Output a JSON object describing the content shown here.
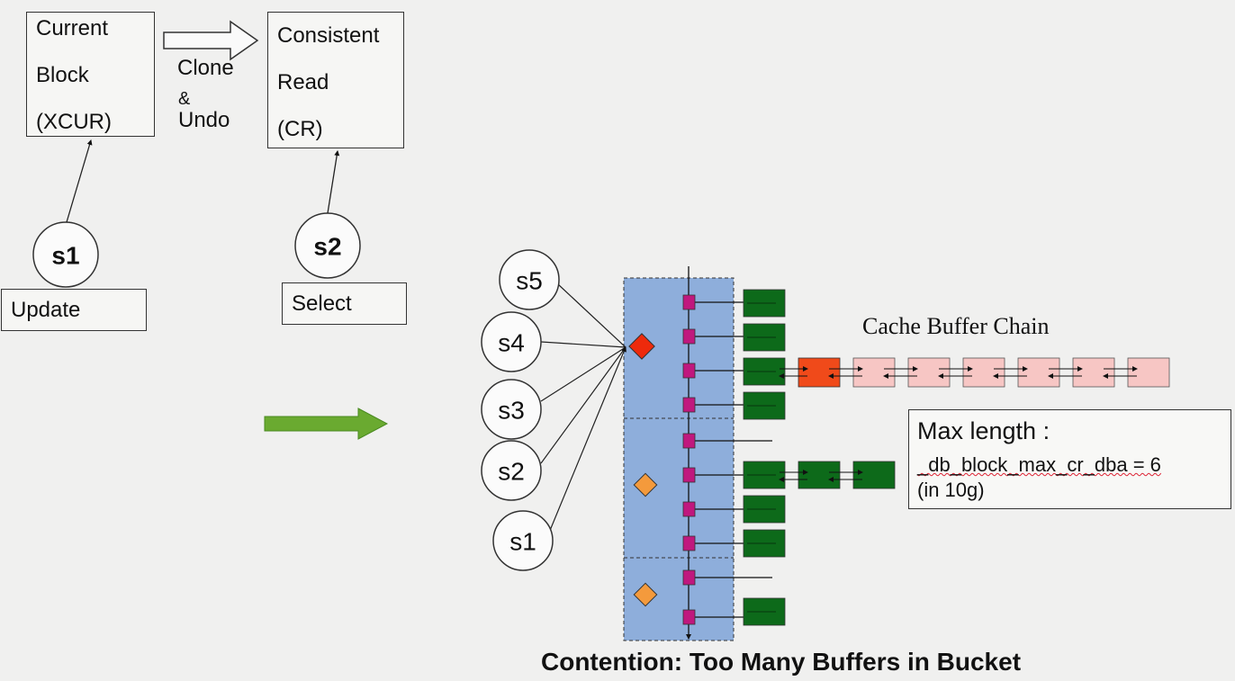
{
  "left_diagram": {
    "current_block": [
      "Current",
      "Block",
      "(XCUR)"
    ],
    "consistent_read": [
      "Consistent",
      "Read",
      "(CR)"
    ],
    "clone_label": [
      "Clone",
      "&",
      "Undo"
    ],
    "session1": "s1",
    "session2": "s2",
    "update_label": "Update",
    "select_label": "Select"
  },
  "right_diagram": {
    "sessions": [
      "s5",
      "s4",
      "s3",
      "s2",
      "s1"
    ],
    "chain_label": "Cache Buffer Chain",
    "max_length_title": "Max length :",
    "max_length_param": "_db_block_max_cr_dba = 6",
    "max_length_note": "(in 10g)",
    "caption": "Contention: Too Many Buffers in Bucket"
  },
  "colors": {
    "bucket_fill": "#8eaedb",
    "buffer_green": "#0d6a1a",
    "buffer_red": "#f04a1a",
    "buffer_pink": "#f7c6c4",
    "latch_magenta": "#c0187e",
    "latch_red": "#ee2a0c",
    "latch_orange": "#f49a3c",
    "arrow_green": "#6aaa30"
  }
}
